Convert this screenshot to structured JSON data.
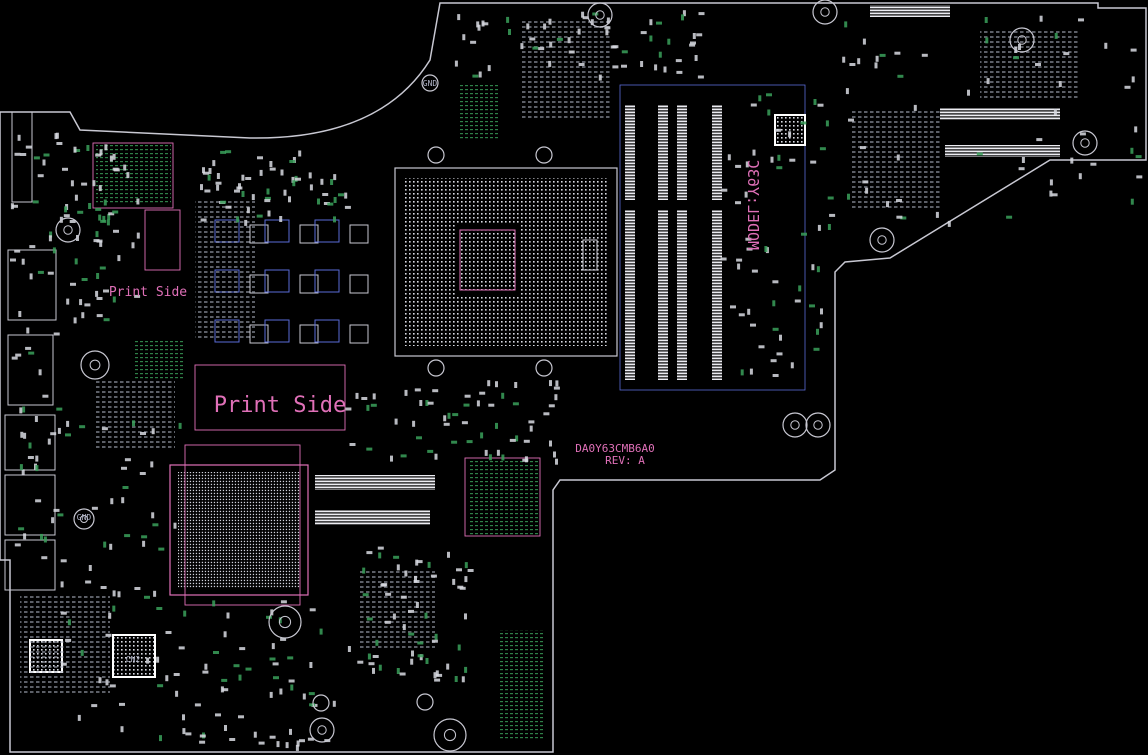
{
  "viewer": {
    "title": "",
    "background": "#000000"
  },
  "colors": {
    "outline": "#c8c8d2",
    "silk": "#b0b4c8",
    "pad": "#d8dae2",
    "blue": "#5a6cd8",
    "pink": "#e070b8",
    "green": "#3aa05a",
    "white": "#ffffff"
  },
  "labels": {
    "model": "MODEL:Y63C",
    "board_number": "DA0Y63CMB6A0",
    "revision": "REV: A",
    "print_side_1": "Print Side",
    "print_side_2": "Print Side",
    "gnd_top": "GND",
    "gnd_left": "GND",
    "chip_mark": "CN2"
  },
  "components": {
    "cpu_socket": "cpu-socket",
    "ram_slots": [
      "dimm-slot-1",
      "dimm-slot-2",
      "dimm-slot-3",
      "dimm-slot-4"
    ],
    "chipset": "pch-bga",
    "connectors": [
      "io-connector-left",
      "usb-port-1",
      "usb-port-2",
      "edge-connector-right"
    ]
  }
}
